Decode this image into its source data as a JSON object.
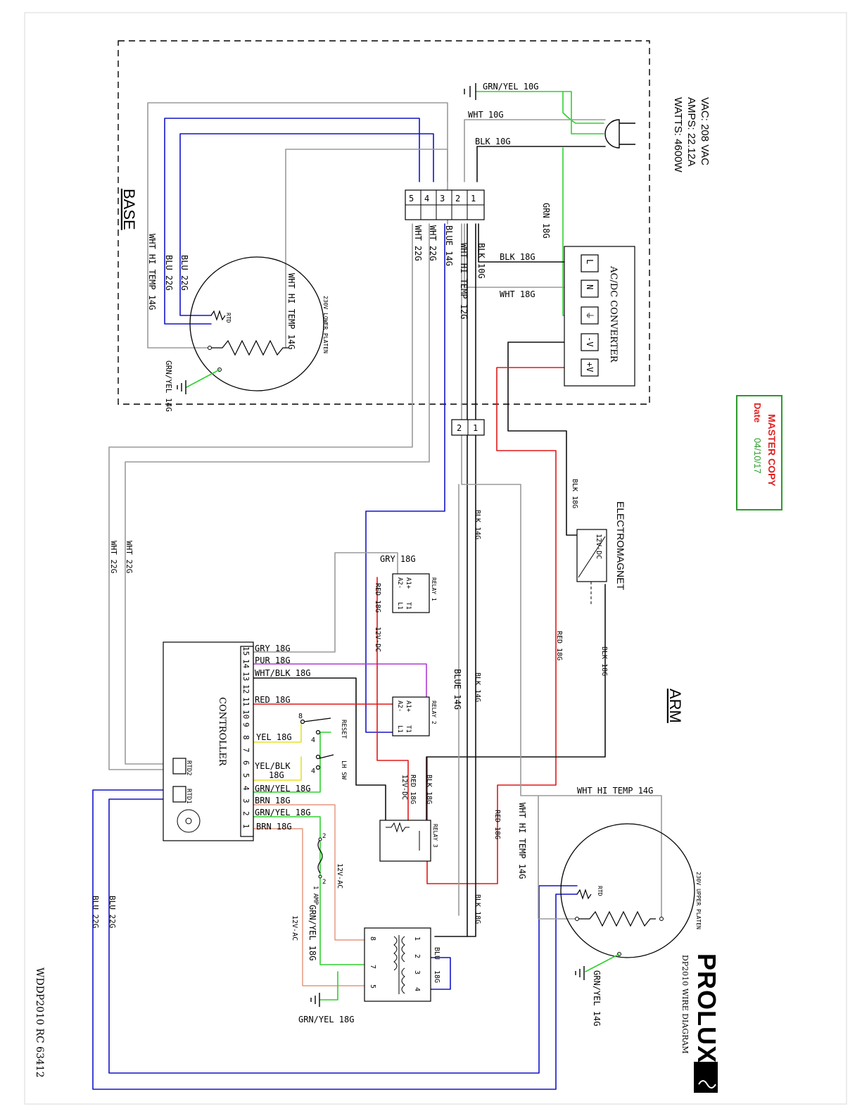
{
  "specs": {
    "vac": "VAC: 208 VAC",
    "amps": "AMPS: 22.12A",
    "watts": "WATTS: 4600W"
  },
  "sections": {
    "base": "BASE",
    "arm": "ARM"
  },
  "components": {
    "converter": "AC/DC CONVERTER",
    "controller": "CONTROLLER",
    "electromagnet": "ELECTROMAGNET",
    "lower_platen": "230V LOWER PLATEN",
    "upper_platen": "230V UPPER PLATEN",
    "relay1": "RELAY 1",
    "relay2": "RELAY 2",
    "relay3": "RELAY 3",
    "rtd": "RTD",
    "rtd1": "RTD1",
    "rtd2": "RTD2",
    "reset": "RESET",
    "lh_sw": "LH SW",
    "fuse": "1 AMP",
    "em_voltage": "12V-DC",
    "conv_terminals": [
      "L",
      "N",
      "⏚",
      "-V",
      "+V"
    ],
    "base_terminals": [
      "5",
      "4",
      "3",
      "2",
      "1"
    ],
    "arm_terminals": [
      "2",
      "1"
    ],
    "controller_pins": [
      "15",
      "14",
      "13",
      "12",
      "11",
      "10",
      "9",
      "8",
      "7",
      "6",
      "5",
      "4",
      "3",
      "2",
      "1"
    ],
    "relay_pins": {
      "a1": "A1+",
      "a2": "A2-",
      "l1": "L1",
      "t1": "T1"
    },
    "transformer_pins": [
      "1",
      "2",
      "3",
      "4",
      "8",
      "7",
      "5"
    ],
    "switch_pins": [
      "8",
      "4",
      "4"
    ],
    "fuse_pins": [
      "2",
      "2"
    ]
  },
  "wires": {
    "grn_yel_10g": "GRN/YEL  10G",
    "wht_10g": "WHT  10G",
    "blk_10g": "BLK  10G",
    "grn_18g": "GRN 18G",
    "blk_18g": "BLK  18G",
    "wht_18g": "WHT  18G",
    "blk_10g_v": "BLK 10G",
    "wht_hi_temp_12g": "WHT HI TEMP 12G",
    "blue_14g": "BLUE 14G",
    "wht_22g": "WHT 22G",
    "blu_22g": "BLU 22G",
    "wht_hi_temp_14g": "WHT HI TEMP 14G",
    "grn_yel_14g": "GRN/YEL 14G",
    "blk_14g": "BLK 14G",
    "blk_18g_v": "BLK 18G",
    "red_18g_v": "RED 18G",
    "gry_18g": "GRY  18G",
    "twelve_v_dc": "12V-DC",
    "gry_18g_c": "GRY  18G",
    "pur_18g": "PUR  18G",
    "wht_blk_18g": "WHT/BLK  18G",
    "red_18g": "RED  18G",
    "yel_18g": "YEL  18G",
    "yel_blk": "YEL/BLK",
    "yel_blk_gauge": "18G",
    "grn_yel_18g": "GRN/YEL  18G",
    "brn_18g": "BRN  18G",
    "twelve_v_ac": "12V-AC",
    "grn_yel_18g_v": "GRN/YEL 18G",
    "blu_18g_a": "BLU",
    "blu_18g_b": "18G",
    "wht_hi_temp_14g_h": "WHT  HI  TEMP  14G",
    "blu_22g_v": "BLU 22G",
    "grn_yel_18g_g": "GRN/YEL  18G"
  },
  "stamp": {
    "title": "MASTER COPY",
    "date_label": "Date",
    "date": "04/10/17"
  },
  "brand": {
    "name": "PROLUXE",
    "subtitle": "DP2010 WIRE DIAGRAM"
  },
  "doc_id": "WDDP2010  RC  63412"
}
